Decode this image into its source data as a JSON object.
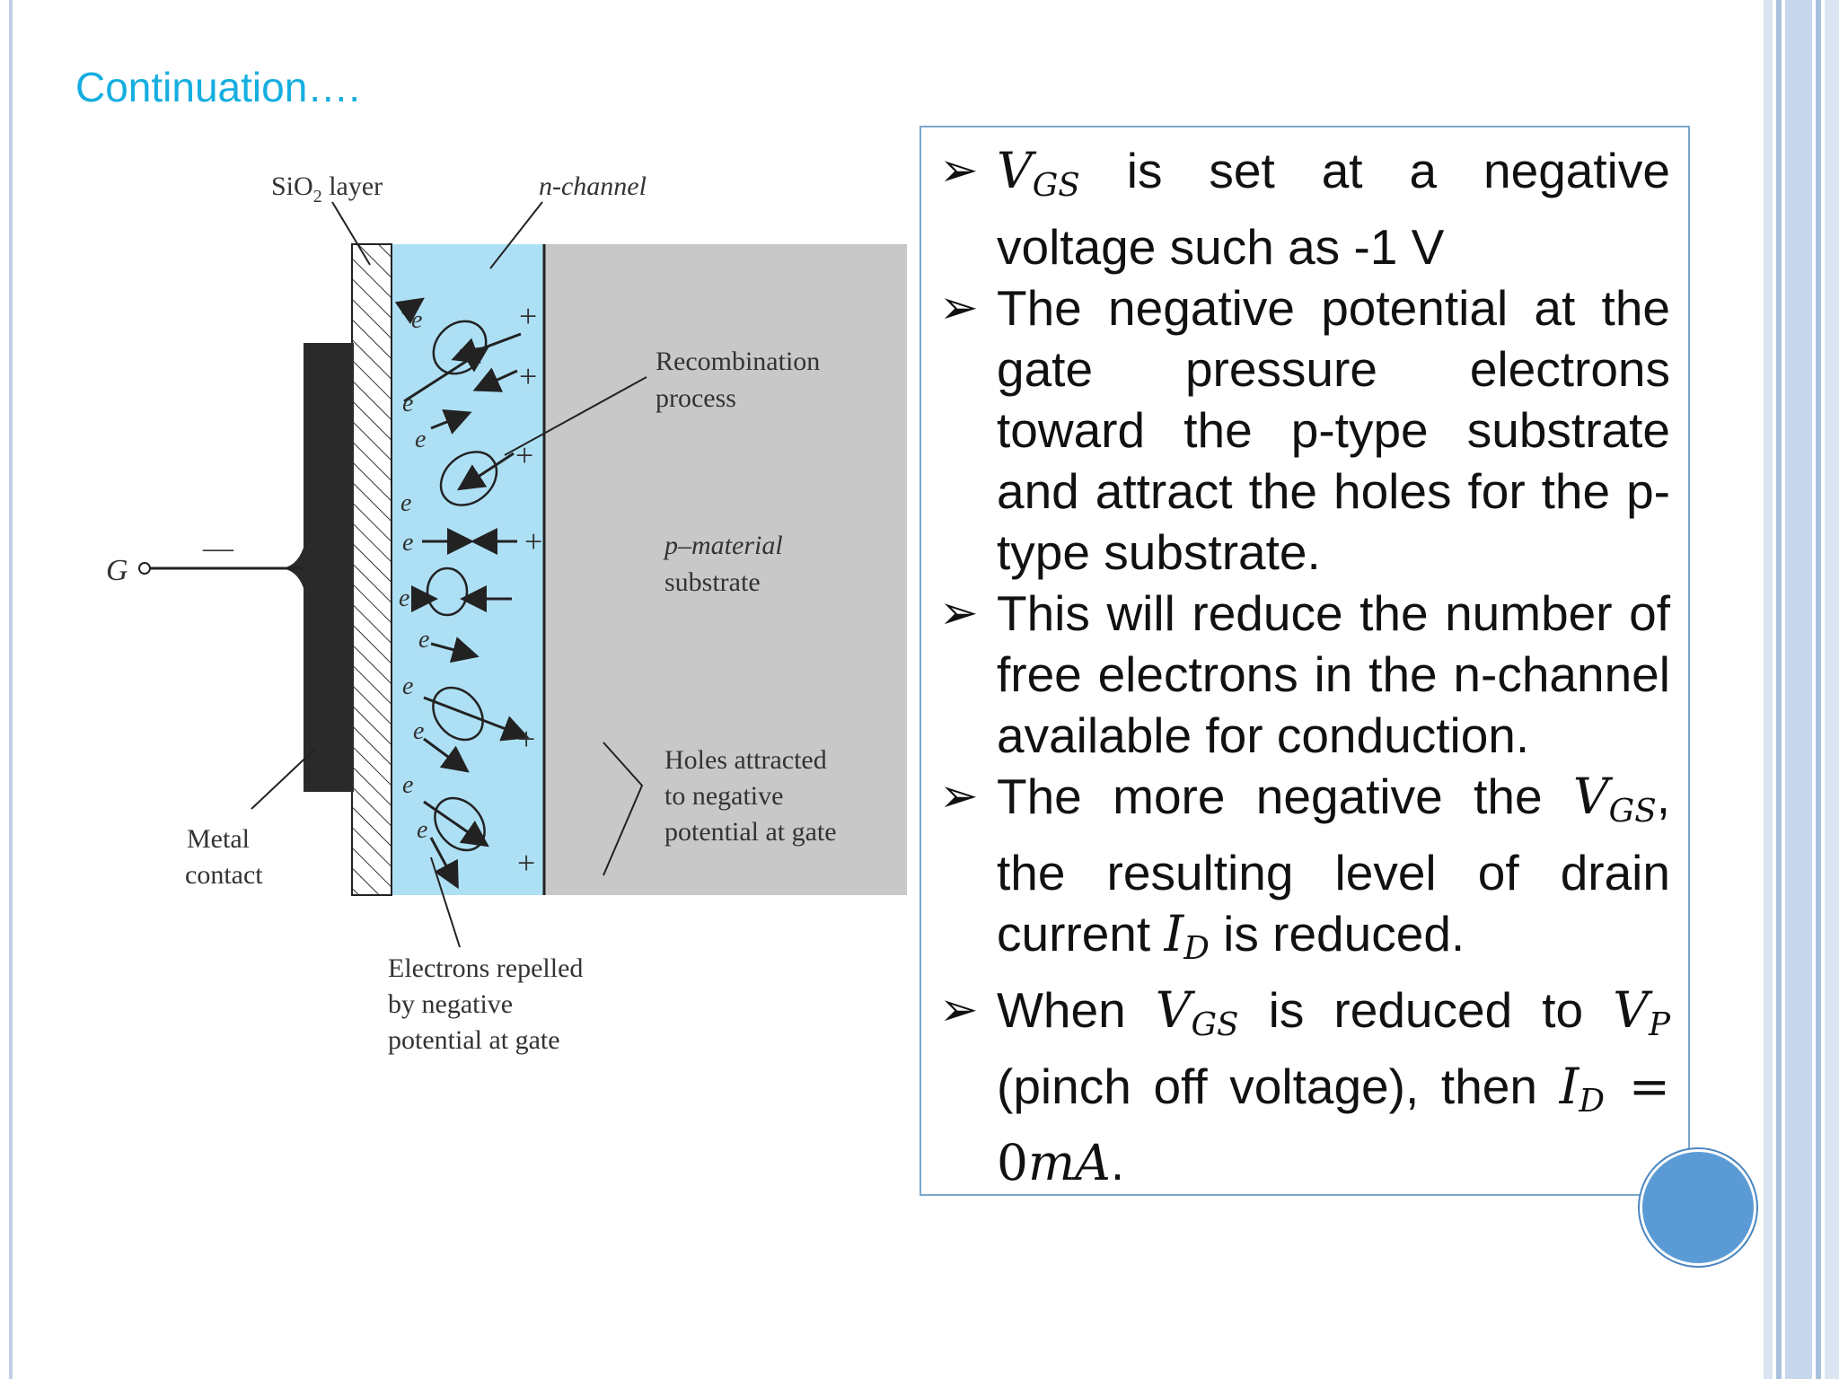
{
  "slide": {
    "title": "Continuation….",
    "accent_color": "#16aee0"
  },
  "diagram": {
    "labels": {
      "sio2_prefix": "SiO",
      "sio2_sub": "2",
      "sio2_suffix": " layer",
      "n_channel": "n-channel",
      "recombination_line1": "Recombination",
      "recombination_line2": "process",
      "p_material_line1": "p–material",
      "p_material_line2": "substrate",
      "holes_line1": "Holes attracted",
      "holes_line2": "to negative",
      "holes_line3": "potential at gate",
      "metal_line1": "Metal",
      "metal_line2": "contact",
      "electrons_line1": "Electrons repelled",
      "electrons_line2": "by negative",
      "electrons_line3": "potential at gate",
      "gate": "G",
      "minus": "—",
      "electron": "e",
      "hole": "+"
    },
    "colors": {
      "channel": "#aee0f5",
      "substrate": "#c8c8c8",
      "metal": "#2a2a2a"
    }
  },
  "bullets": [
    {
      "symbol": "V",
      "sub": "GS",
      "text": " is set at a negative voltage such as -1 V"
    },
    {
      "text": "The negative potential at the gate pressure electrons toward the p-type substrate and attract the holes for the p-type substrate."
    },
    {
      "text": "This will reduce the number of free electrons in the n-channel available for conduction."
    },
    {
      "pre": "The more negative the ",
      "symbol": "V",
      "sub": "GS",
      "mid": ", the resulting level of drain current ",
      "symbol2": "I",
      "sub2": "D",
      "post": " is reduced."
    },
    {
      "pre": "When ",
      "symbol": "V",
      "sub": "GS",
      "mid": " is reduced to ",
      "symbol2": "V",
      "sub2": "P",
      "mid2": " (pinch off voltage), then ",
      "symbol3": "I",
      "sub3": "D",
      "eq": " = 0",
      "unit": "mA",
      "post": "."
    }
  ],
  "bullet_marker": "➢"
}
